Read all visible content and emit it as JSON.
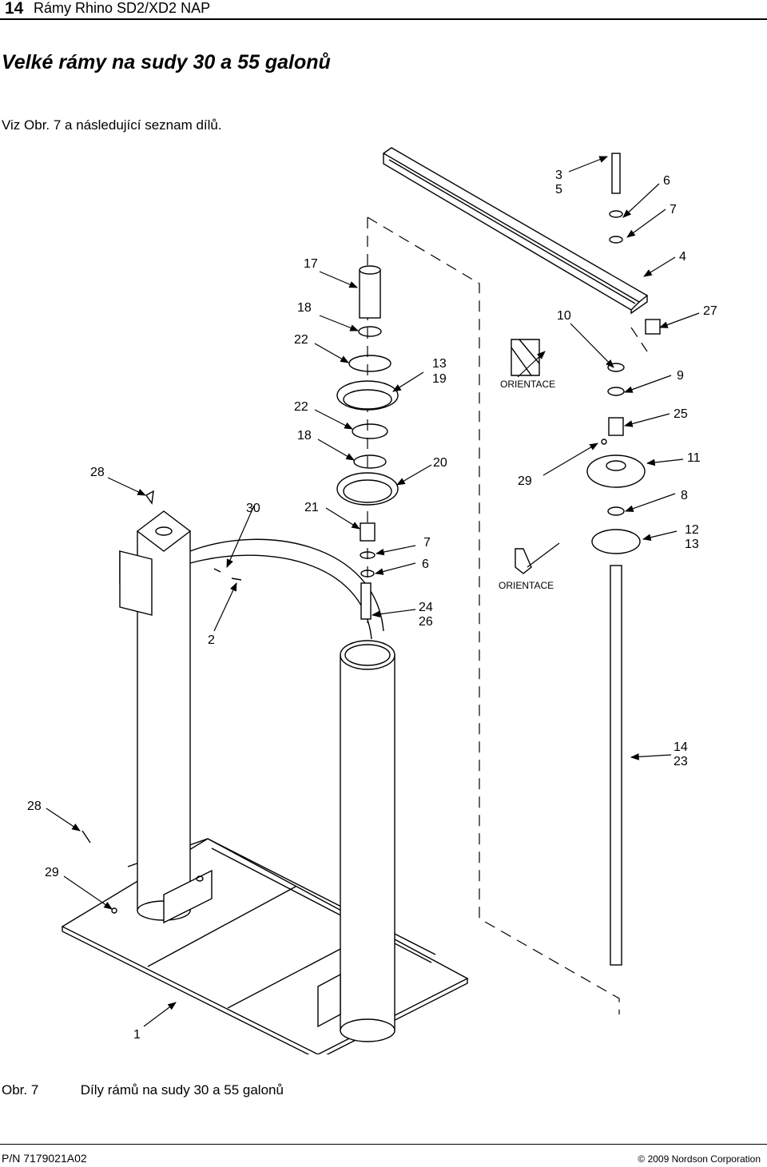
{
  "header": {
    "page_number": "14",
    "manual_title": "Rámy Rhino SD2/XD2 NAP"
  },
  "section": {
    "title": "Velké rámy na sudy 30 a 55 galonů",
    "intro": "Viz Obr. 7 a následující seznam dílů."
  },
  "figure": {
    "callouts": {
      "c1": "1",
      "c2": "2",
      "c3": "3",
      "c4": "4",
      "c5": "5",
      "c6a": "6",
      "c6b": "6",
      "c7a": "7",
      "c7b": "7",
      "c8": "8",
      "c9": "9",
      "c10": "10",
      "c11": "11",
      "c12": "12",
      "c13a": "13",
      "c13b": "13",
      "c14": "14",
      "c17": "17",
      "c18a": "18",
      "c18b": "18",
      "c19": "19",
      "c20": "20",
      "c21": "21",
      "c22a": "22",
      "c22b": "22",
      "c23": "23",
      "c24": "24",
      "c25": "25",
      "c26": "26",
      "c27": "27",
      "c28a": "28",
      "c28b": "28",
      "c29a": "29",
      "c29b": "29",
      "c30": "30"
    },
    "orientation_label_top": "ORIENTACE",
    "orientation_label_bottom": "ORIENTACE",
    "caption_number": "Obr. 7",
    "caption_text": "Díly rámů na sudy 30 a 55 galonů"
  },
  "footer": {
    "part_number": "P/N 7179021A02",
    "copyright": "© 2009 Nordson Corporation"
  }
}
